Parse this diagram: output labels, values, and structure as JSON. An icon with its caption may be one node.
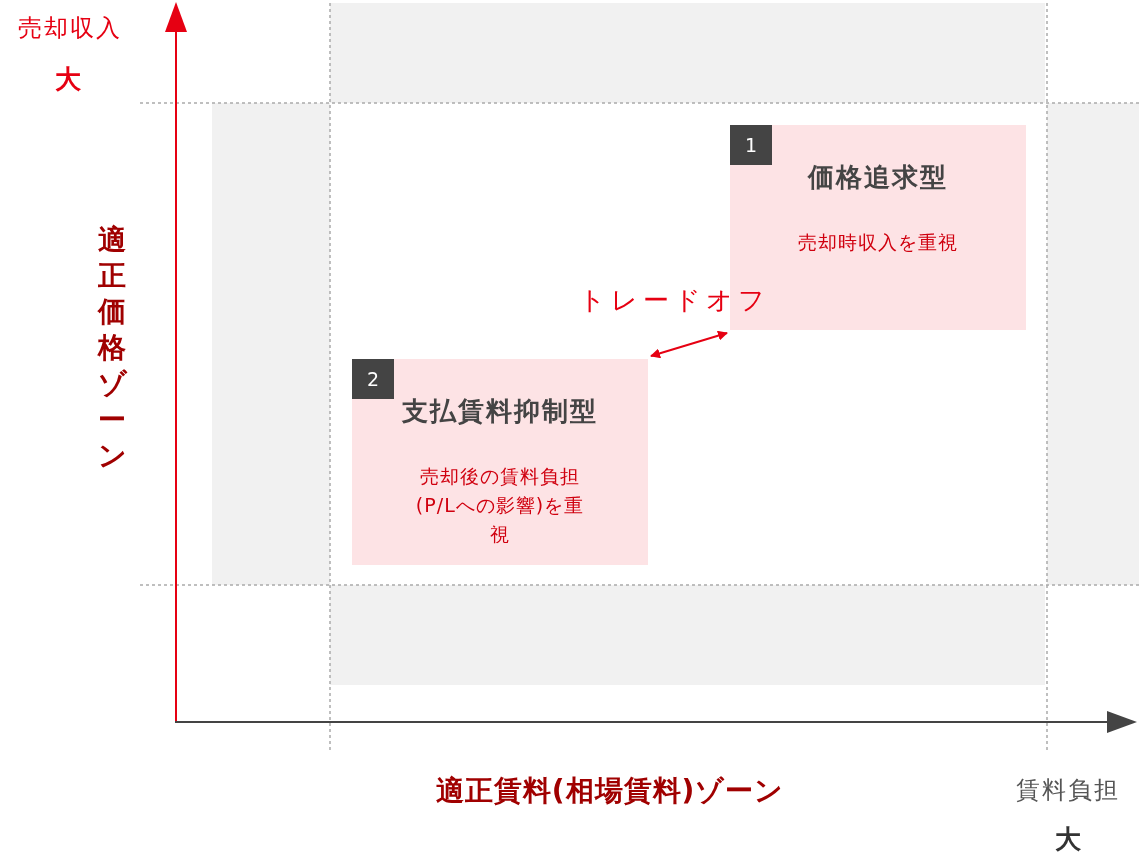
{
  "diagram": {
    "nodes": [
      {
        "text": [
          "価格追求型",
          "売却時収入を重視"
        ]
      },
      {
        "text": [
          "1"
        ],
        "in": 0
      },
      {
        "text": [
          "支払賃料抑制型",
          "売却後の賃料負担(P/Lへの影響)を重視"
        ]
      },
      {
        "text": [
          "2"
        ],
        "in": 2
      }
    ],
    "edges": [
      {
        "from": 2,
        "to": 0,
        "arrow": "both",
        "label": "トレードオフ",
        "color": "#e60012"
      }
    ],
    "labels": [
      "売却収入",
      "大",
      "適正価格ゾーン",
      "適正賃料(相場賃料)ゾーン",
      "賃料負担",
      "大"
    ]
  }
}
